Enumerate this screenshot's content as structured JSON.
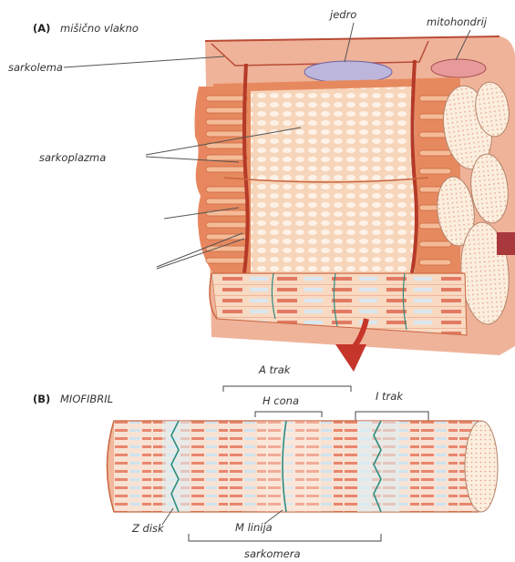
{
  "panel_a": {
    "letter": "(A)",
    "title": "mišično vlakno",
    "labels": {
      "sarcolemma": "sarkolema",
      "nucleus": "jedro",
      "mitochondria": "mitohondrij",
      "sarcoplasm": "sarkoplazma"
    }
  },
  "panel_b": {
    "letter": "(B)",
    "title": "MIOFIBRIL",
    "labels": {
      "a_band": "A trak",
      "h_zone": "H cona",
      "i_band": "I trak",
      "z_disc": "Z disk",
      "m_line": "M linija",
      "sarcomere": "sarkomera"
    }
  },
  "colors": {
    "muscle_orange": "#e8875f",
    "muscle_light": "#f6c7a6",
    "membrane_red": "#c8482f",
    "nucleus_purple": "#bdb6dc",
    "mitochondria_pink": "#e79a9a",
    "z_disc_teal": "#2f8c7e",
    "arrow_red": "#c5352a"
  }
}
